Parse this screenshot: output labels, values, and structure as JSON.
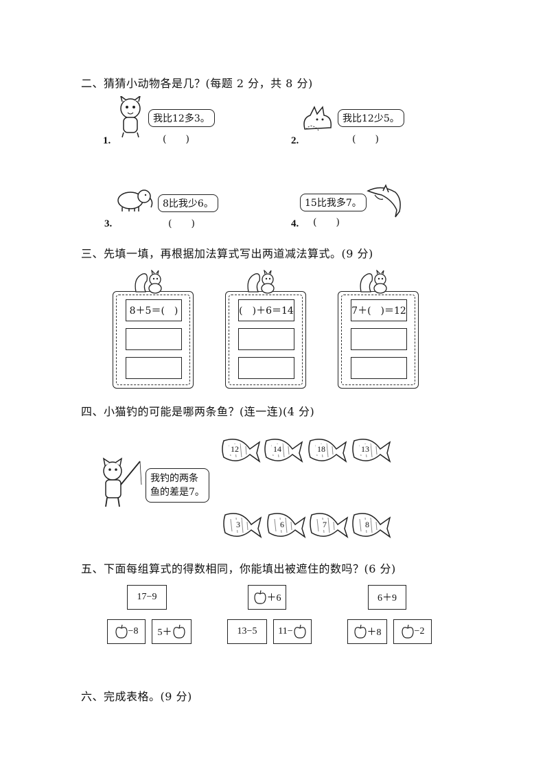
{
  "section2": {
    "heading": "二、猜猜小动物各是几？(每题 2 分，共 8 分)",
    "items": [
      {
        "number": "1.",
        "speech": "我比12多3。",
        "answer": "(　　)"
      },
      {
        "number": "2.",
        "speech": "我比12少5。",
        "answer": "(　　)"
      },
      {
        "number": "3.",
        "speech": "8比我少6。",
        "answer": "(　　)"
      },
      {
        "number": "4.",
        "speech": "15比我多7。",
        "answer": "(　　)"
      }
    ]
  },
  "section3": {
    "heading": "三、先填一填，再根据加法算式写出两道减法算式。(9 分)",
    "equations": [
      "8＋5＝(　)",
      "(　)＋6＝14",
      "7＋(　)＝12"
    ]
  },
  "section4": {
    "heading": "四、小猫钓的可能是哪两条鱼？(连一连)(4 分)",
    "speech_line1": "我钓的两条",
    "speech_line2": "鱼的差是7。",
    "fish_top": [
      "12",
      "14",
      "18",
      "13"
    ],
    "fish_bottom": [
      "3",
      "6",
      "7",
      "8"
    ]
  },
  "section5": {
    "heading": "五、下面每组算式的得数相同，你能填出被遮住的数吗？(6 分)",
    "groups": [
      {
        "top": "17−9",
        "left": "−8",
        "right_prefix": "5＋",
        "top_apple": false
      },
      {
        "top_suffix": "＋6",
        "left": "13−5",
        "right_prefix": "11−",
        "top_apple": true
      },
      {
        "top": "6＋9",
        "left": "＋8",
        "right": "−2",
        "top_apple": false
      }
    ]
  },
  "section6": {
    "heading": "六、完成表格。(9 分)"
  }
}
